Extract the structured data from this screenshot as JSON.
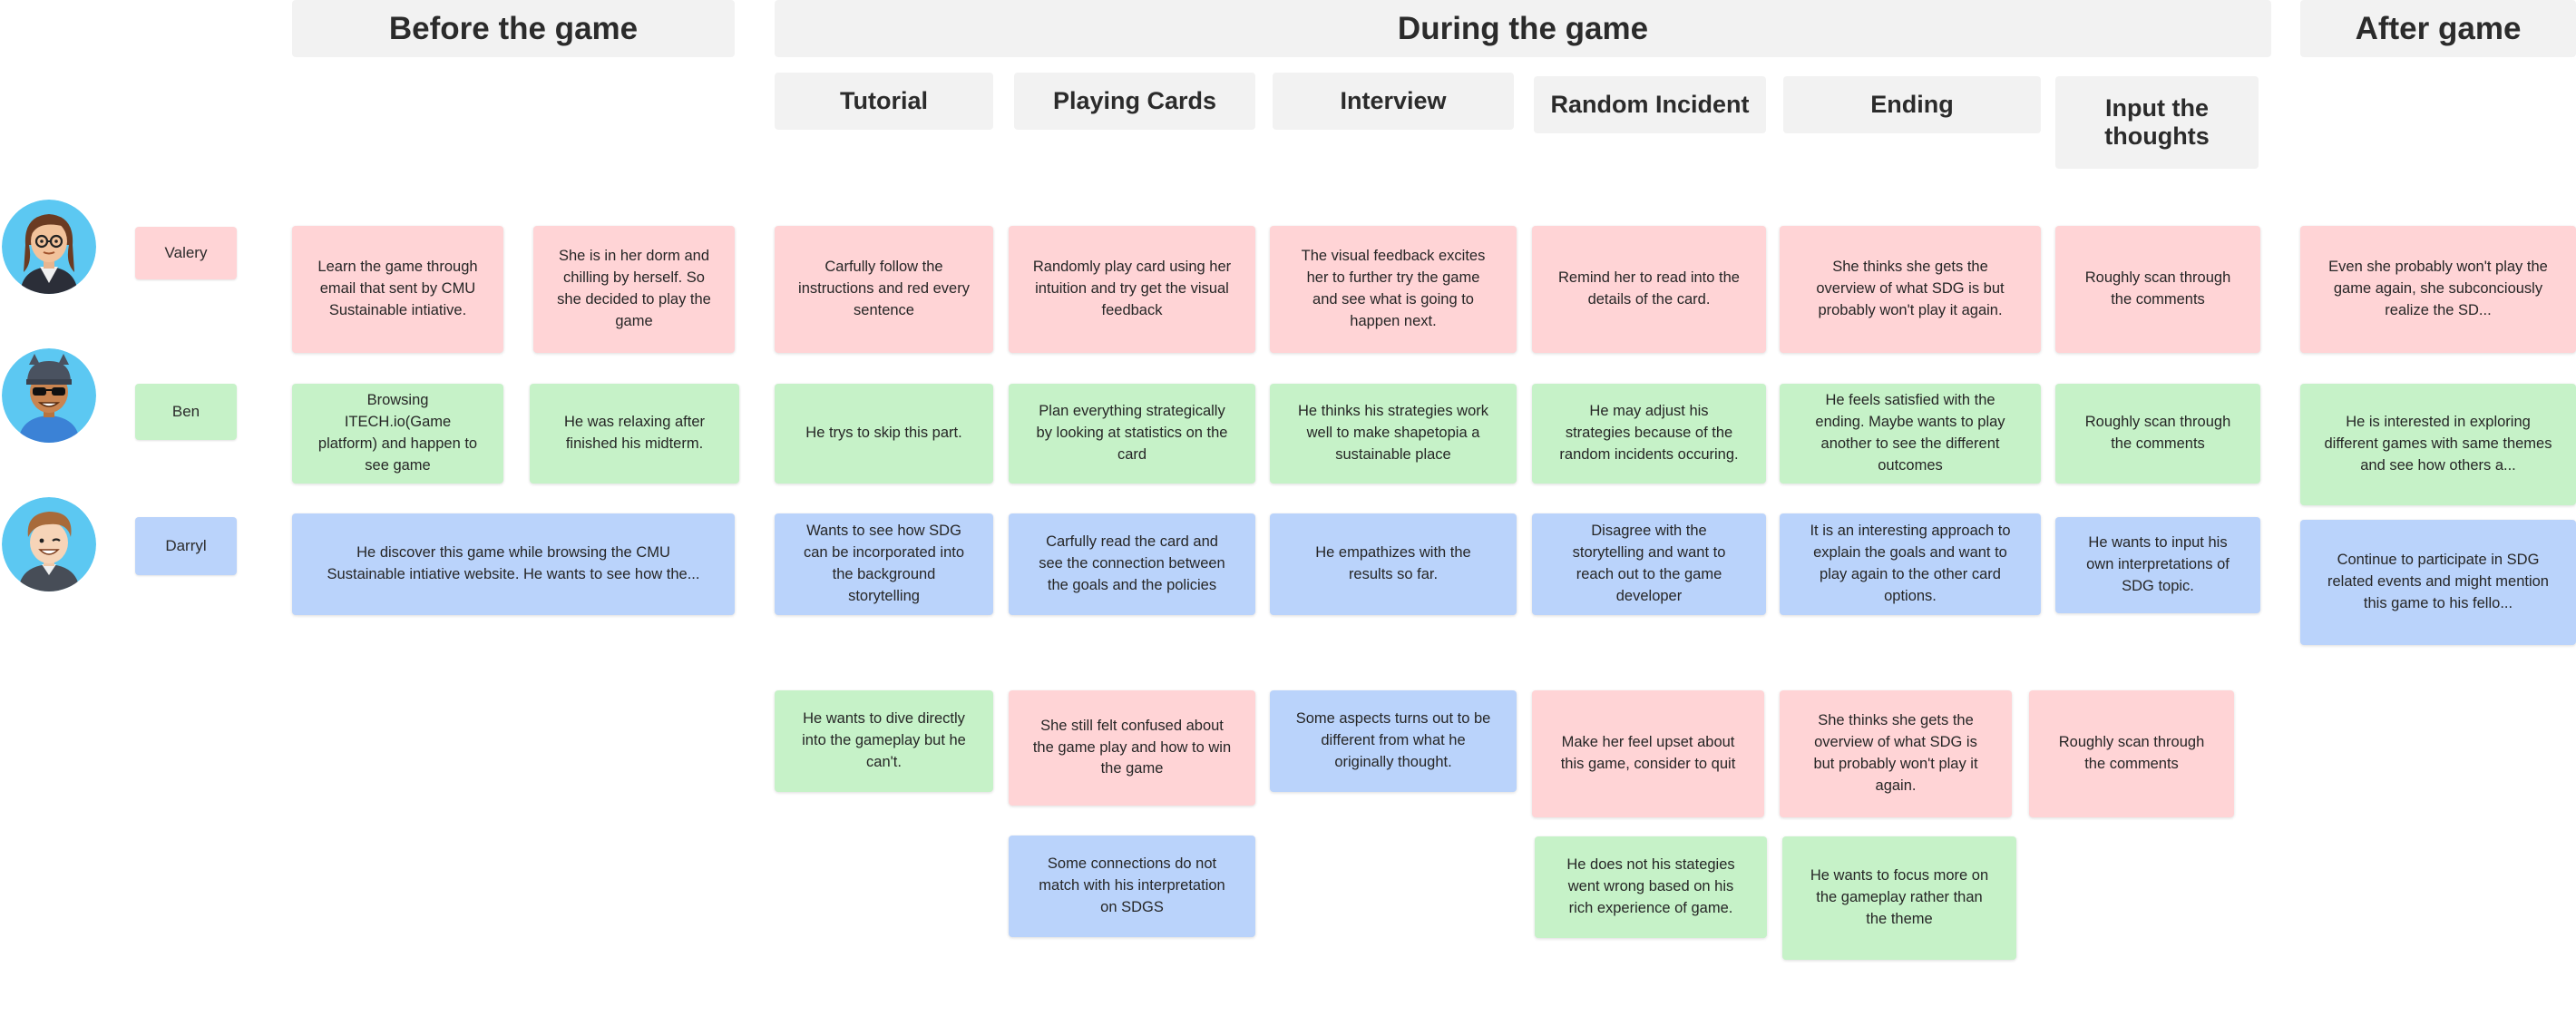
{
  "colors": {
    "pink": "#ffd4d6",
    "green": "#c6f2c8",
    "blue": "#bad3fb",
    "header": "#f2f2f2",
    "avatar_bg": "#5cc8f2"
  },
  "phases": {
    "before": "Before the game",
    "during": "During the game",
    "after": "After game"
  },
  "stages": {
    "tutorial": "Tutorial",
    "playing_cards": "Playing Cards",
    "interview": "Interview",
    "random_incident": "Random Incident",
    "ending": "Ending",
    "input_thoughts": "Input the thoughts"
  },
  "personas": {
    "valery": {
      "name": "Valery",
      "avatar": "woman-glasses-avatar-icon"
    },
    "ben": {
      "name": "Ben",
      "avatar": "man-sunglasses-cap-avatar-icon"
    },
    "darryl": {
      "name": "Darryl",
      "avatar": "man-winking-avatar-icon"
    }
  },
  "notes": {
    "valery": {
      "before_1": "Learn the game through email that sent by CMU Sustainable intiative.",
      "before_2": "She is in her dorm and chilling by herself. So she decided to play the game",
      "tutorial": "Carfully follow the instructions and red every sentence",
      "playing_cards": "Randomly play card using her intuition and try get the visual feedback",
      "interview": "The visual feedback excites her to further try the game and see what is going to happen next.",
      "random_incident": "Remind her to read into the details of the card.",
      "ending": "She thinks she gets the overview of what SDG is but probably won't play it again.",
      "input_thoughts": "Roughly scan through the comments",
      "after": "Even she probably won't play the game again, she subconciously realize the SD..."
    },
    "ben": {
      "before_1": "Browsing ITECH.io(Game platform) and happen to see game",
      "before_2": "He was relaxing after finished his midterm.",
      "tutorial": "He trys to skip this part.",
      "playing_cards": "Plan everything strategically by looking at statistics on the card",
      "interview": "He thinks his strategies work well to make shapetopia a sustainable place",
      "random_incident": "He may adjust his strategies because of the random incidents occuring.",
      "ending": "He feels satisfied with the ending. Maybe wants to play another to see the different outcomes",
      "input_thoughts": "Roughly scan through the comments",
      "after": "He is interested in exploring different games with same themes and see how others a..."
    },
    "darryl": {
      "before": "He discover this game while browsing the CMU Sustainable intiative website. He wants to see how the...",
      "tutorial": "Wants to see how SDG can be incorporated into the background storytelling",
      "playing_cards": "Carfully read the card and see the connection between the goals and the policies",
      "interview": "He empathizes with the results so far.",
      "random_incident": "Disagree with the storytelling and want to reach out to the game developer",
      "ending": "It is an interesting approach to explain the goals and want to play again to the other card options.",
      "input_thoughts": "He wants to input his own interpretations of SDG topic.",
      "after": "Continue to participate in SDG related events and might mention this game to his fello..."
    },
    "pain": {
      "tutorial_green": "He wants to dive directly into the gameplay but he can't.",
      "playing_cards_pink": "She still felt confused about the game play and how to win the game",
      "playing_cards_blue": "Some connections do not match with his interpretation on SDGS",
      "interview_blue": "Some aspects turns out to be different from what he originally thought.",
      "random_incident_pink": "Make her feel upset about this game, consider to quit",
      "random_incident_green": "He does not his stategies went wrong based on his rich experience of game.",
      "ending_pink": "She thinks she gets the overview of what SDG is but probably won't play it again.",
      "ending_green": "He wants to focus more on the gameplay rather than the theme",
      "input_thoughts_pink": "Roughly scan through the comments"
    }
  }
}
